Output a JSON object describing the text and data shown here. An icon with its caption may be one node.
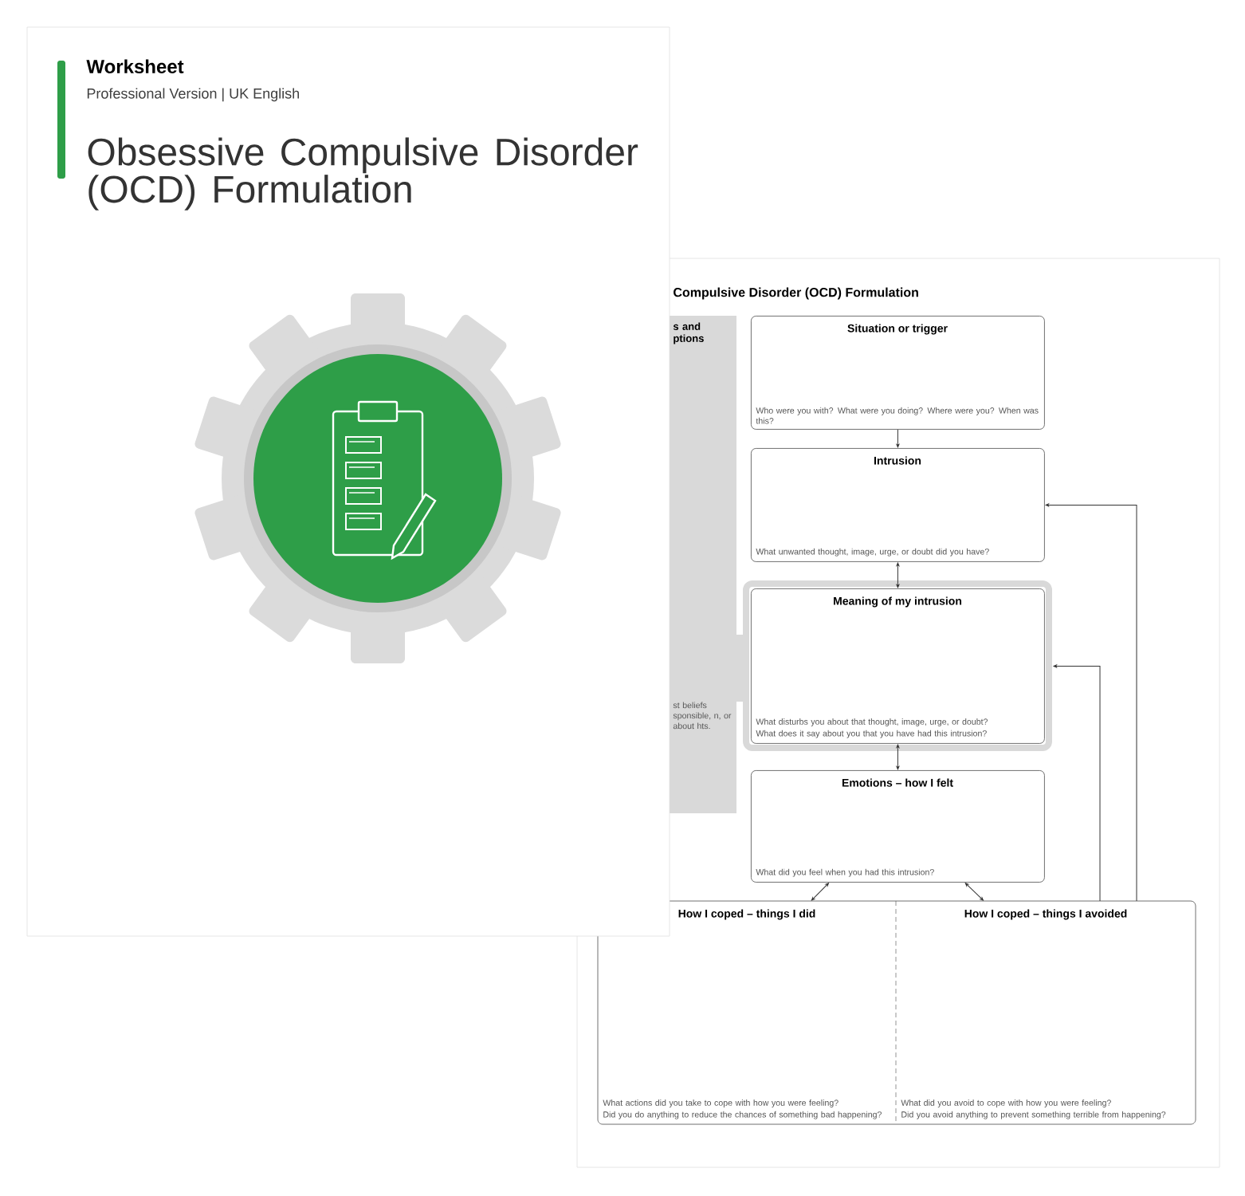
{
  "diagram": {
    "title": "Obsessive Compulsive Disorder (OCD) Formulation",
    "nodes": [
      {
        "text": [
          "Situation or trigger",
          "Who were you with? What were you doing? Where were you? When was this?"
        ]
      },
      {
        "text": [
          "Intrusion",
          "What unwanted thought, image, urge, or doubt did you have?"
        ]
      },
      {
        "text": [
          "Meaning of my intrusion",
          "What disturbs you about that thought, image, urge, or doubt?",
          "What does it say about you that you have had this intrusion?"
        ]
      },
      {
        "text": [
          "Emotions – how I felt",
          "What did you feel when you had this intrusion?"
        ]
      },
      {
        "text": [
          "How I coped – things I did",
          "What actions did you take to cope with how you were feeling?",
          "Did you do anything to reduce the chances of something bad happening?"
        ]
      },
      {
        "text": [
          "How I coped – things I avoided",
          "What did you avoid to cope with how you were feeling?",
          "Did you avoid anything to prevent something terrible from happening?"
        ]
      },
      {
        "text": [
          "s and ptions",
          "st beliefs sponsible, n, or about hts."
        ]
      }
    ],
    "edges": [
      {
        "from": 0,
        "to": 1,
        "arrow": "to"
      },
      {
        "from": 1,
        "to": 2,
        "arrow": "both"
      },
      {
        "from": 2,
        "to": 3,
        "arrow": "both"
      },
      {
        "from": 3,
        "to": 4,
        "arrow": "both"
      },
      {
        "from": 3,
        "to": 5,
        "arrow": "both"
      },
      {
        "from": 5,
        "to": 1,
        "arrow": "to"
      },
      {
        "from": 5,
        "to": 2,
        "arrow": "to"
      }
    ],
    "labels": [
      "Worksheet",
      "Professional Version | UK English",
      "Compulsive Disorder (OCD) Formulation"
    ]
  }
}
